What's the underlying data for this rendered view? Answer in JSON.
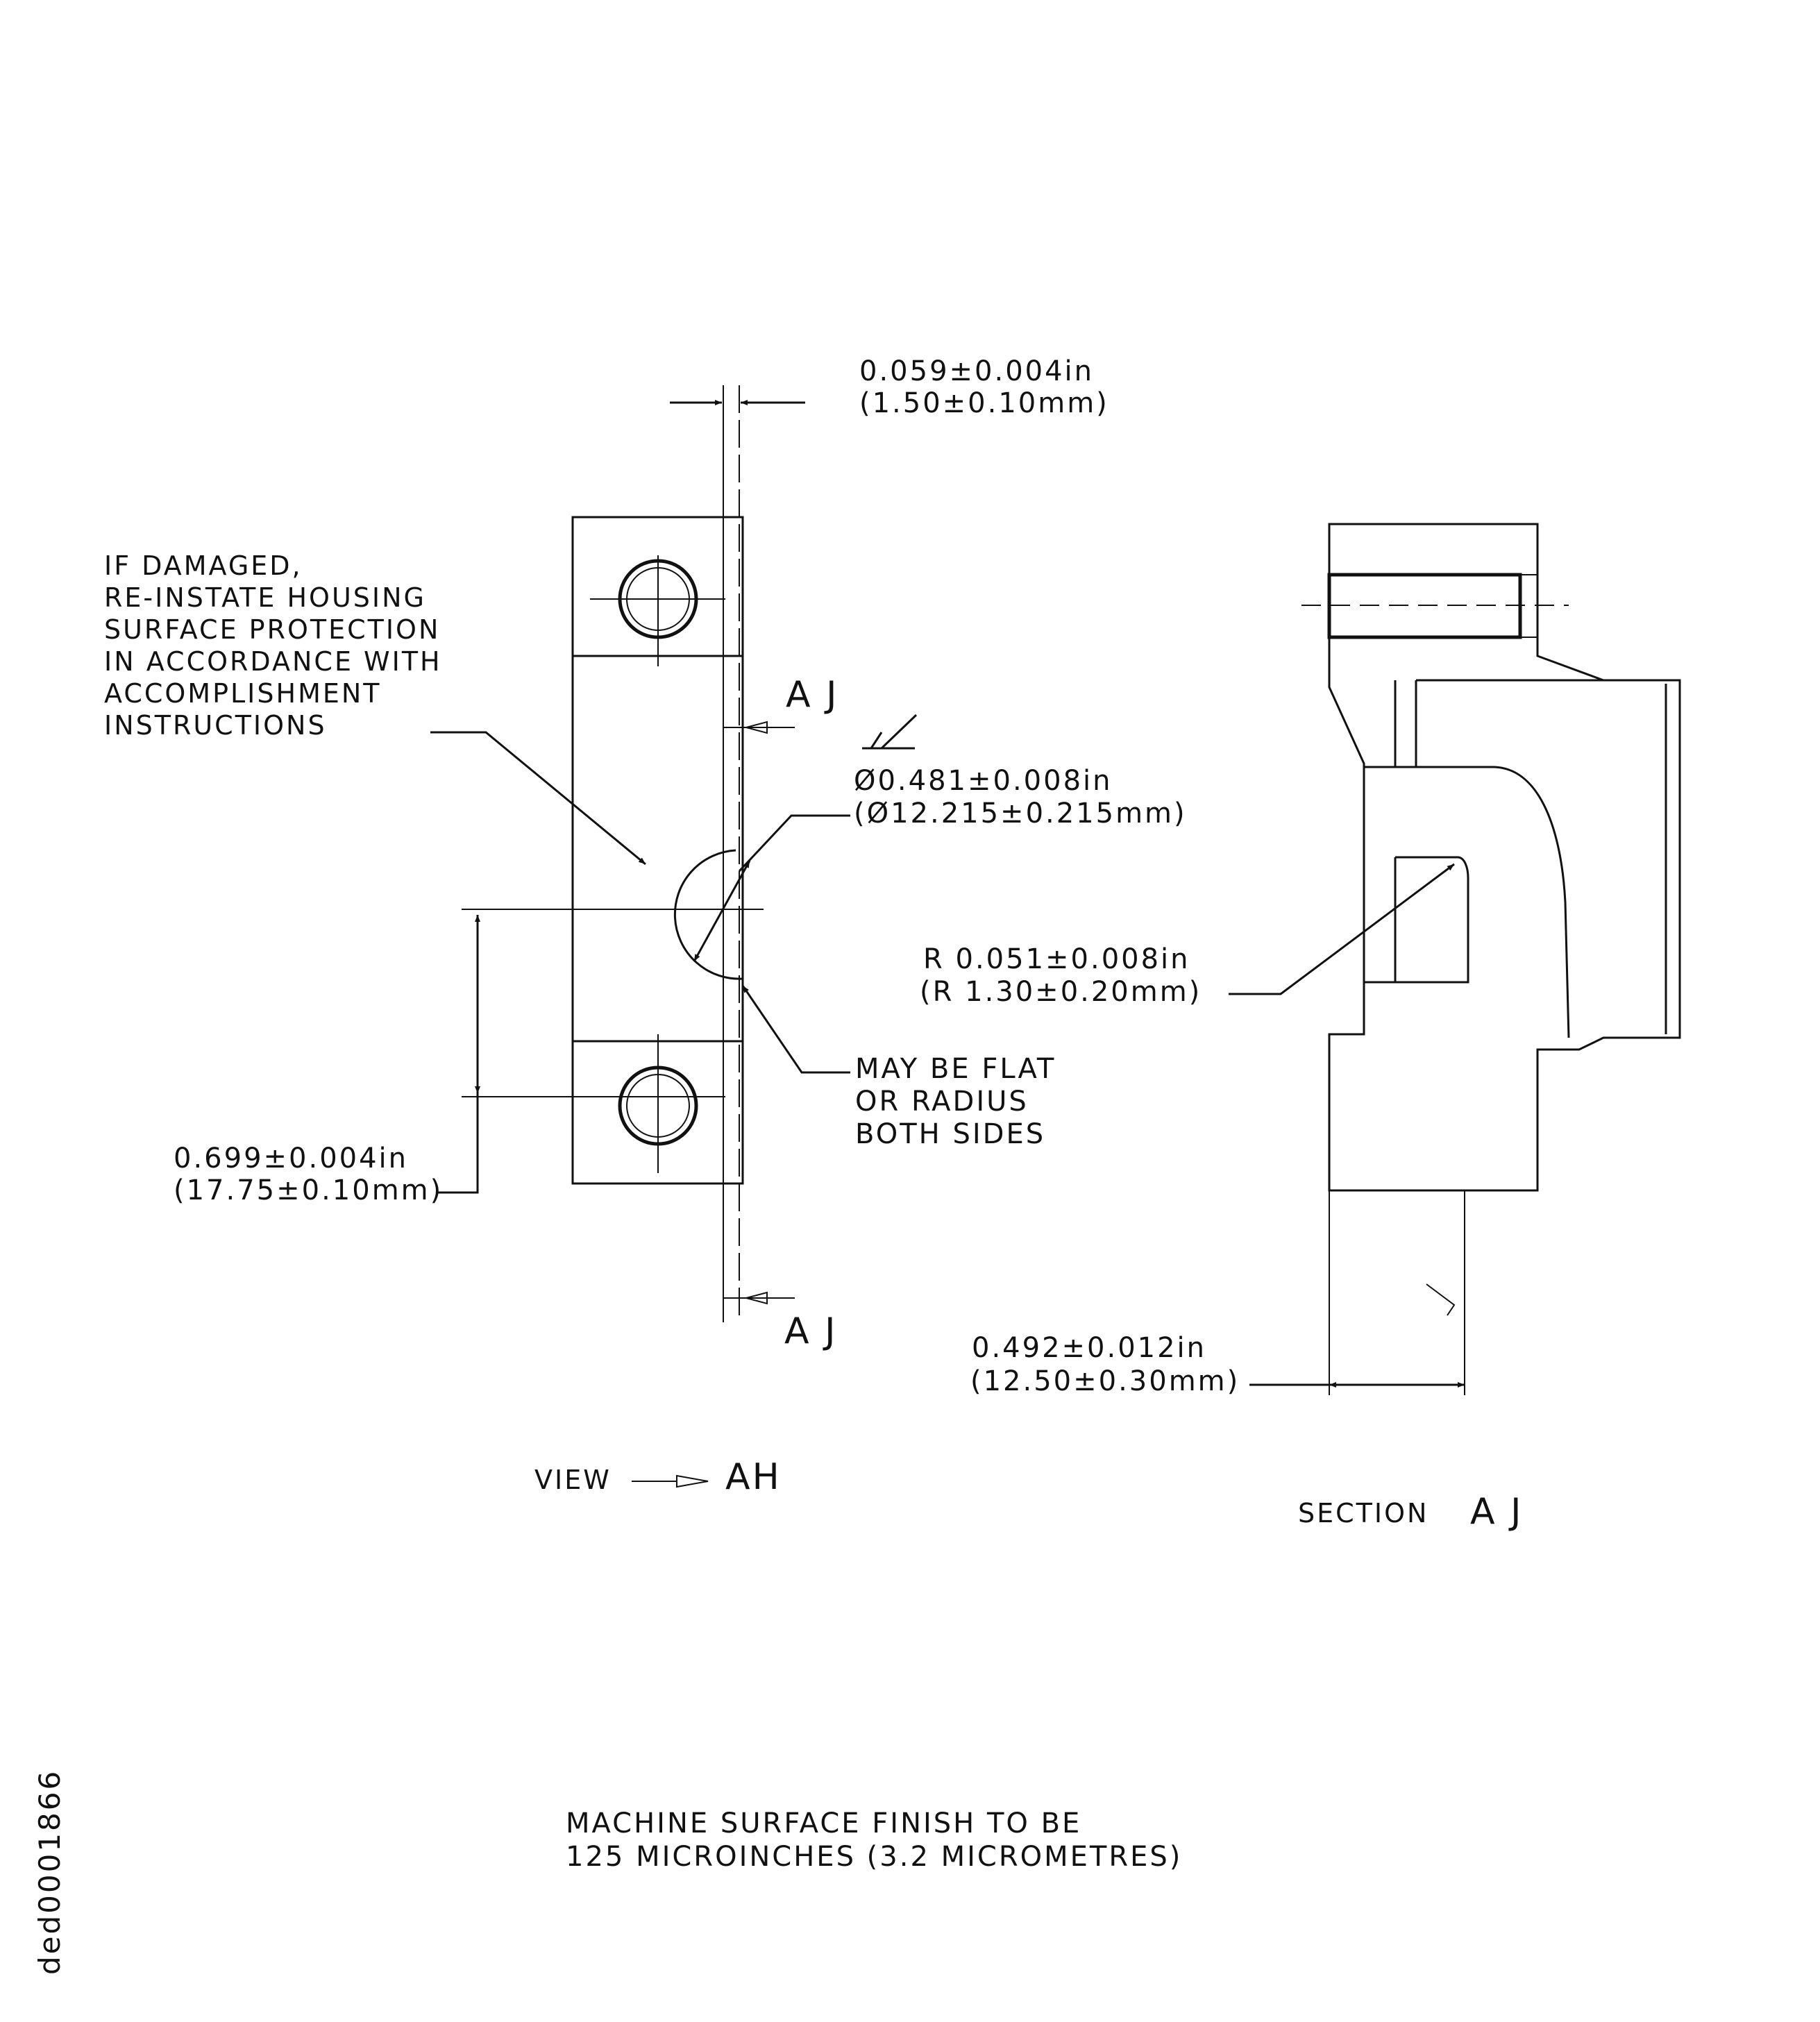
{
  "drawing": {
    "top_dimension": {
      "inch": "0.059±0.004in",
      "metric": "(1.50±0.10mm)"
    },
    "note_damage": [
      "IF DAMAGED,",
      "RE-INSTATE HOUSING",
      "SURFACE PROTECTION",
      "IN ACCORDANCE WITH",
      "ACCOMPLISHMENT",
      "INSTRUCTIONS"
    ],
    "section_cut_label_top": "A J",
    "section_cut_label_bottom": "A J",
    "diameter_dimension": {
      "inch": "Ø0.481±0.008in",
      "metric": "(Ø12.215±0.215mm)"
    },
    "radius_dimension": {
      "inch": "R 0.051±0.008in",
      "metric": "(R 1.30±0.20mm)"
    },
    "note_flat": [
      "MAY BE FLAT",
      "OR RADIUS",
      "BOTH SIDES"
    ],
    "spacing_dimension": {
      "inch": "0.699±0.004in",
      "metric": "(17.75±0.10mm)"
    },
    "width_dimension": {
      "inch": "0.492±0.012in",
      "metric": "(12.50±0.30mm)"
    },
    "view_label": {
      "prefix": "VIEW",
      "id": "AH"
    },
    "section_label": {
      "prefix": "SECTION",
      "id": "A J"
    },
    "finish_note": [
      "MACHINE SURFACE FINISH TO BE",
      "125 MICROINCHES (3.2 MICROMETRES)"
    ],
    "drawing_id": "ded0001866"
  }
}
